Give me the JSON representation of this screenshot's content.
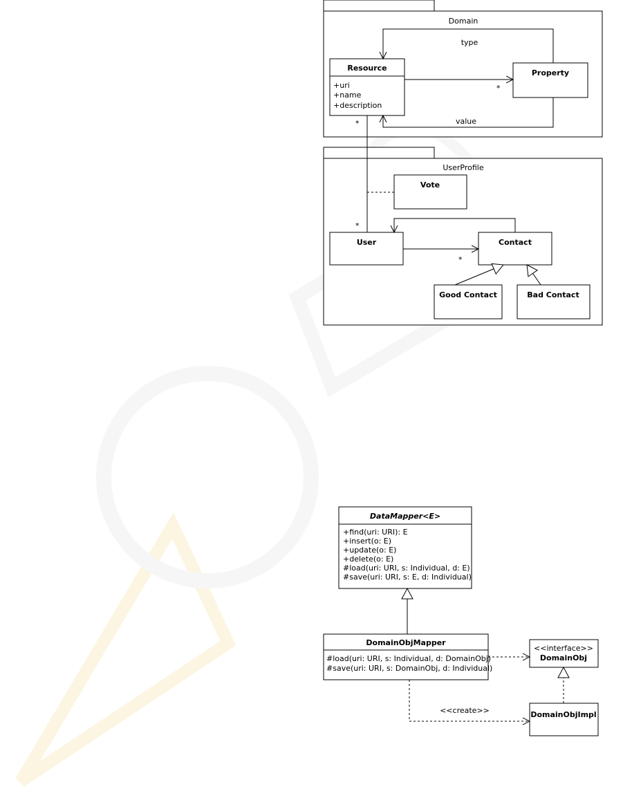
{
  "domain_diagram": {
    "packages": {
      "domain": {
        "name": "Domain"
      },
      "user_profile": {
        "name": "UserProfile"
      }
    },
    "classes": {
      "resource": {
        "name": "Resource",
        "attributes": [
          "+uri",
          "+name",
          "+description"
        ]
      },
      "property": {
        "name": "Property"
      },
      "vote": {
        "name": "Vote"
      },
      "user": {
        "name": "User"
      },
      "contact": {
        "name": "Contact"
      },
      "good_contact": {
        "name": "Good Contact"
      },
      "bad_contact": {
        "name": "Bad Contact"
      }
    },
    "labels": {
      "type": "type",
      "value": "value",
      "star": "*"
    }
  },
  "mapper_diagram": {
    "classes": {
      "data_mapper": {
        "name": "DataMapper<E>",
        "operations": [
          "+find(uri: URI): E",
          "+insert(o: E)",
          "+update(o: E)",
          "+delete(o: E)",
          "#load(uri: URI, s: Individual, d: E)",
          "#save(uri: URI, s: E, d: Individual)"
        ]
      },
      "domain_obj_mapper": {
        "name": "DomainObjMapper",
        "operations": [
          "#load(uri: URI, s: Individual, d: DomainObj)",
          "#save(uri: URI, s: DomainObj, d: Individual)"
        ]
      },
      "domain_obj": {
        "stereotype": "<<interface>>",
        "name": "DomainObj"
      },
      "domain_obj_impl": {
        "name": "DomainObjImpl"
      }
    },
    "labels": {
      "create": "<<create>>"
    }
  },
  "colors": {
    "line": "#000000",
    "background": "#ffffff",
    "watermark_yellow": "#f3d37a",
    "watermark_gray": "#d8d8d8"
  }
}
